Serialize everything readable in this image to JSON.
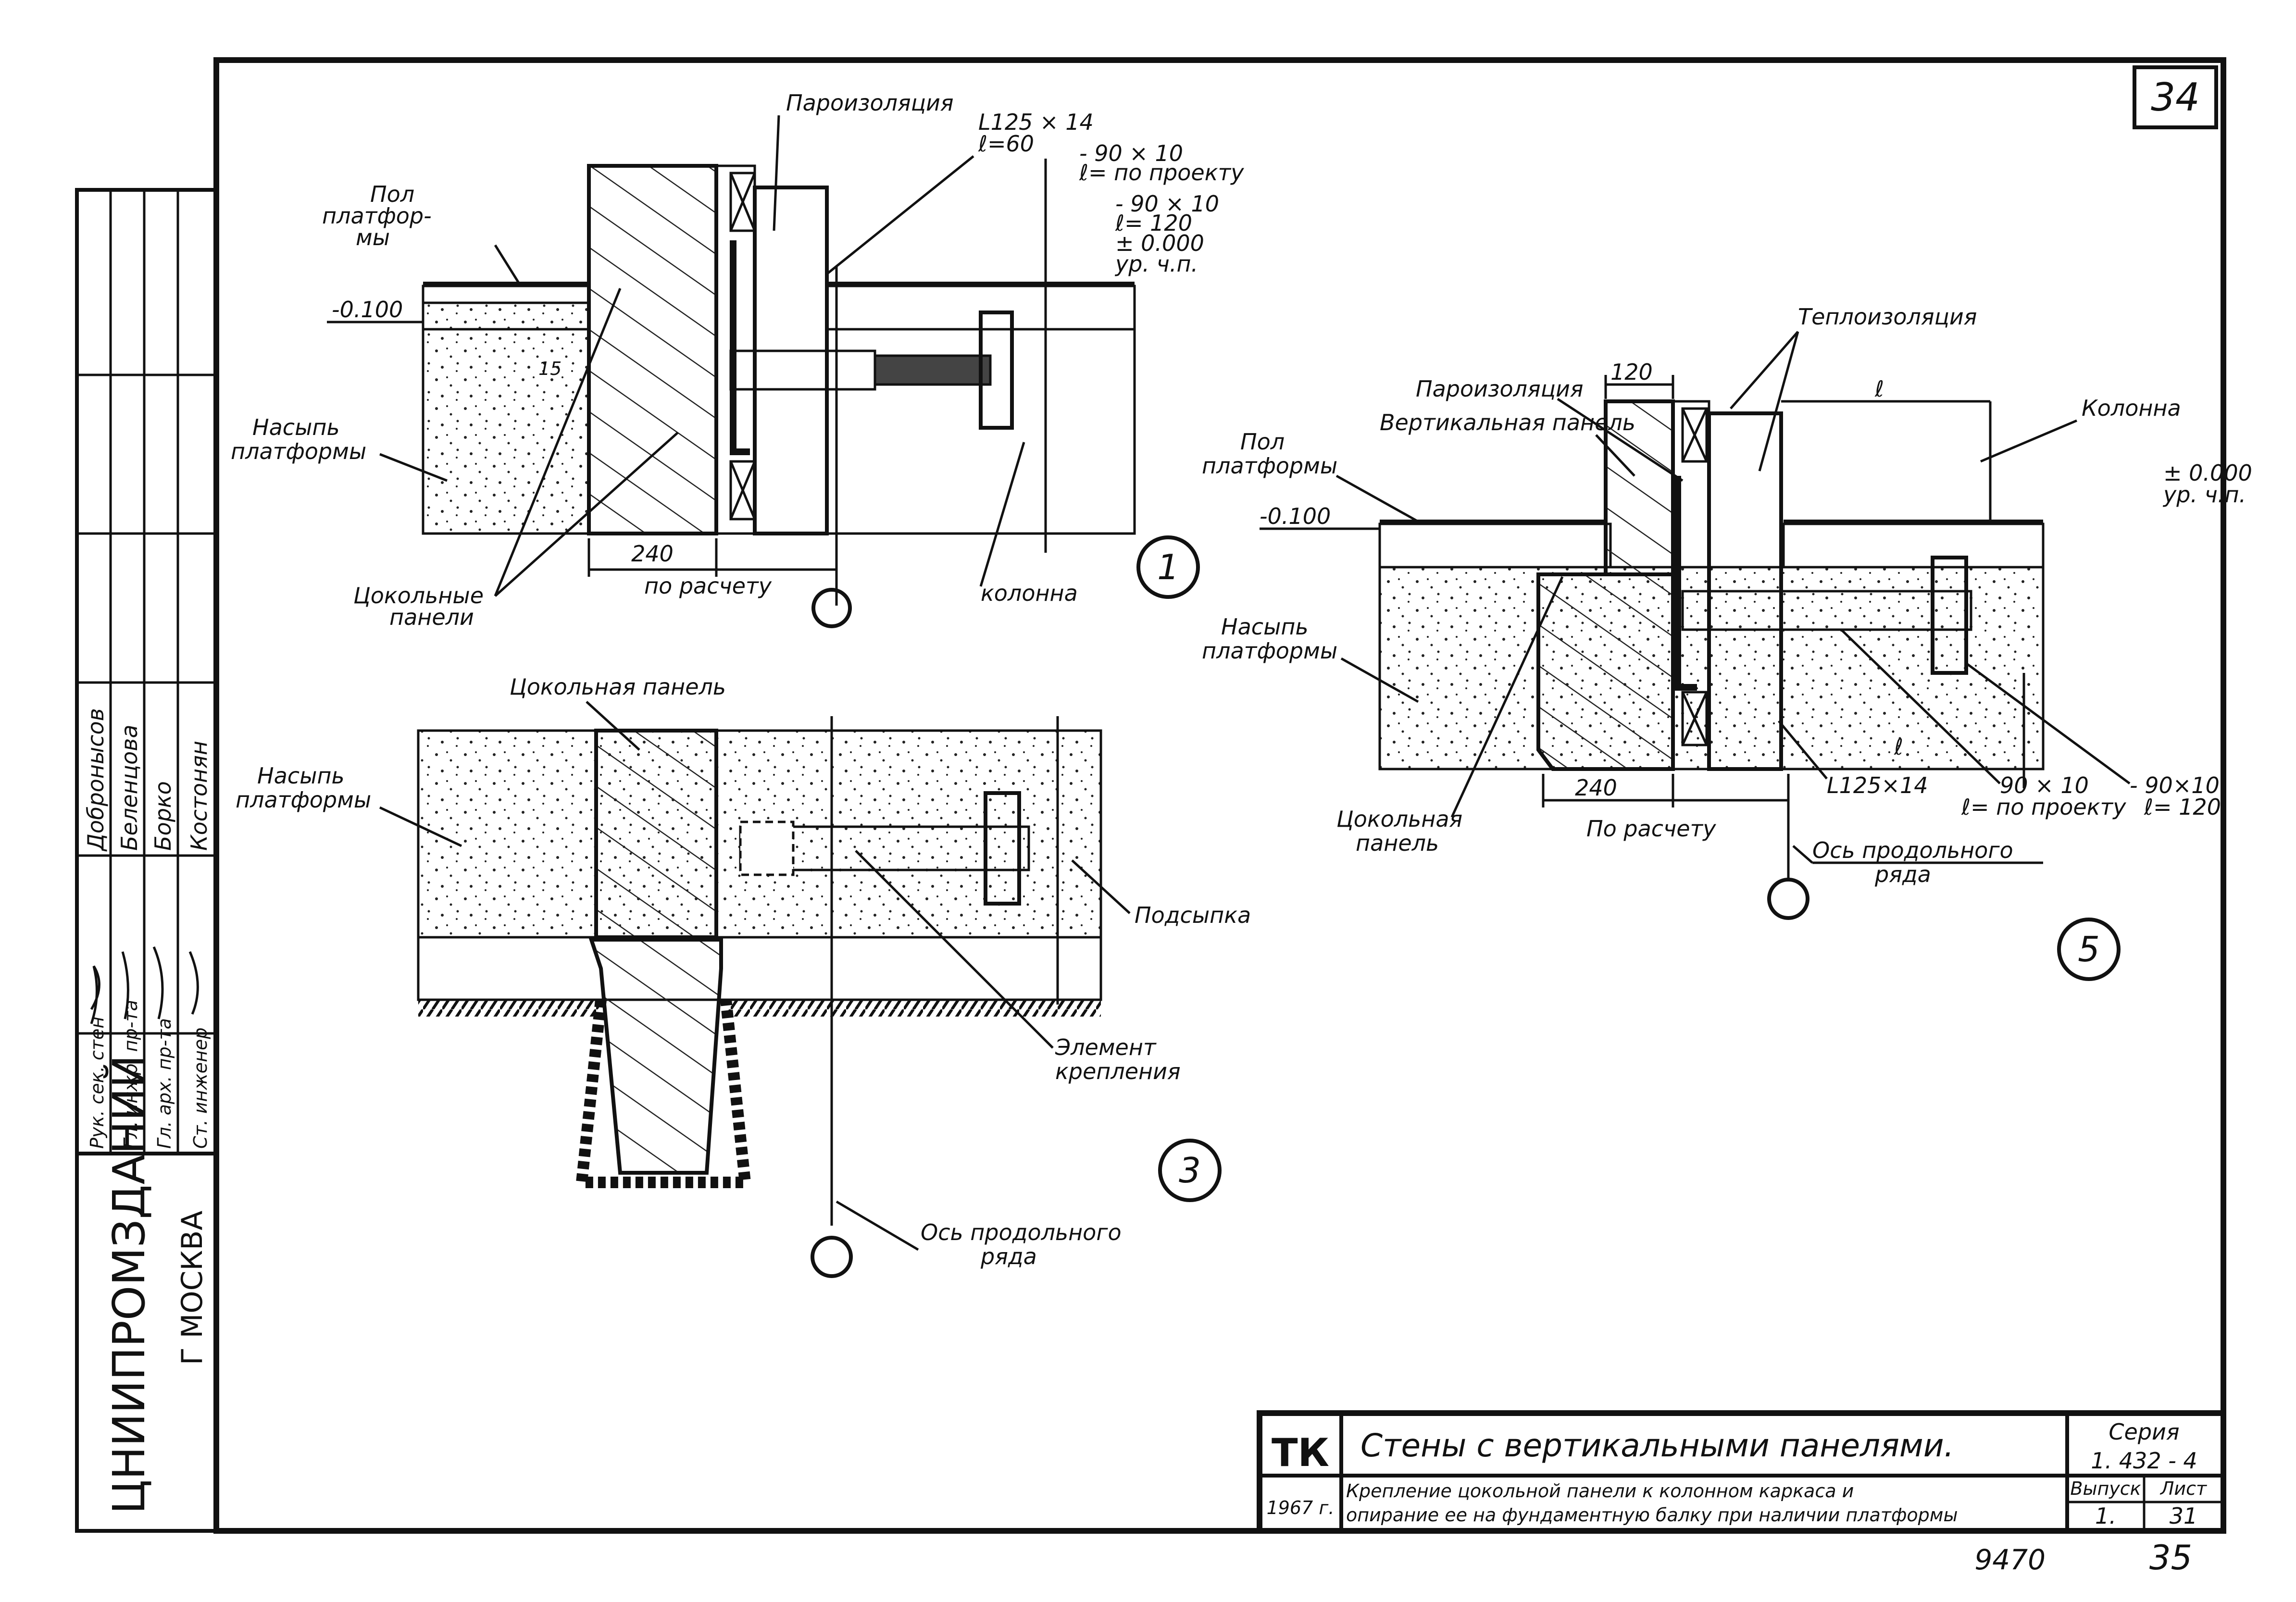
{
  "sheet_number": "34",
  "org": {
    "name": "ЦНИИПРОМЗДАНИЙ",
    "city": "Г МОСКВА"
  },
  "stamp": {
    "roles": [
      "Рук. сек. стен",
      "Гл. инжр. пр-та",
      "Гл. арх. пр-та",
      "Ст. инженер"
    ],
    "names": [
      "Добронысов",
      "Беленцова",
      "Борко",
      "Костонян"
    ]
  },
  "title_block": {
    "tk": "ТК",
    "year": "1967 г.",
    "title": "Стены с вертикальными панелями.",
    "subtitle_line1": "Крепление цокольной панели к колонном каркаса и",
    "subtitle_line2": "опирание ее на фундаментную балку при наличии платформы",
    "series_label": "Серия",
    "series_value": "1. 432 - 4",
    "issue_label": "Выпуск",
    "issue_value": "1.",
    "sheet_label": "Лист",
    "sheet_value": "31"
  },
  "footer": {
    "left": "9470",
    "right": "35"
  },
  "detail1": {
    "number": "1",
    "parosizol": "Пароизоляция",
    "angle": "L125 × 14",
    "angle_len": "ℓ=60",
    "strip1": "- 90 × 10",
    "strip1_len": "ℓ= по проекту",
    "strip2": "- 90 × 10",
    "strip2_len": "ℓ= 120",
    "level": "± 0.000",
    "level_note": "ур. ч.п.",
    "floor1": "Пол",
    "floor2": "платфор-",
    "floor3": "мы",
    "minus_level": "-0.100",
    "fill1": "Насыпь",
    "fill2": "платформы",
    "dim_240": "240",
    "dim_calc": "по расчету",
    "plinth1": "Цокольные",
    "plinth2": "панели",
    "column": "колонна",
    "dim_15": "15"
  },
  "detail3": {
    "number": "3",
    "plinth": "Цокольная панель",
    "fill1": "Насыпь",
    "fill2": "платформы",
    "subfill": "Подсыпка",
    "element1": "Элемент",
    "element2": "крепления",
    "axis1": "Ось продольного",
    "axis2": "ряда"
  },
  "detail5": {
    "number": "5",
    "teploizol": "Теплоизоляция",
    "parosizol": "Пароизоляция",
    "vert_panel": "Вертикальная панель",
    "column": "Колонна",
    "floor1": "Пол",
    "floor2": "платформы",
    "minus_level": "-0.100",
    "level": "± 0.000",
    "level_note": "ур. ч.п.",
    "fill1": "Насыпь",
    "fill2": "платформы",
    "plinth1": "Цокольная",
    "plinth2": "панель",
    "dim_120": "120",
    "dim_l_top": "ℓ",
    "dim_l_bot": "ℓ",
    "dim_240": "240",
    "dim_calc": "По расчету",
    "angle": "L125×14",
    "strip1": "90 × 10",
    "strip1_len": "ℓ= по проекту",
    "strip2": "- 90×10",
    "strip2_len": "ℓ= 120",
    "axis1": "Ось продольного",
    "axis2": "ряда"
  }
}
